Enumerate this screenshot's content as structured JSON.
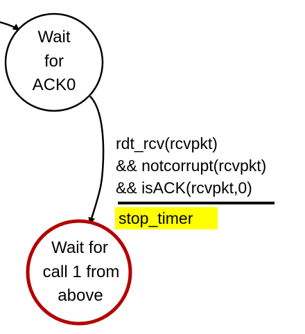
{
  "diagram": {
    "states": {
      "wait_ack0": {
        "lines": [
          "Wait",
          "for",
          "ACK0"
        ],
        "border_color": "#000000"
      },
      "wait_call1": {
        "lines": [
          "Wait for",
          "call 1 from",
          "above"
        ],
        "border_color": "#b30000"
      }
    },
    "transition": {
      "event_lines": [
        "rdt_rcv(rcvpkt)",
        "&& notcorrupt(rcvpkt)",
        "&& isACK(rcvpkt,0)"
      ],
      "action": "stop_timer",
      "action_highlight": "#ffff00"
    }
  }
}
